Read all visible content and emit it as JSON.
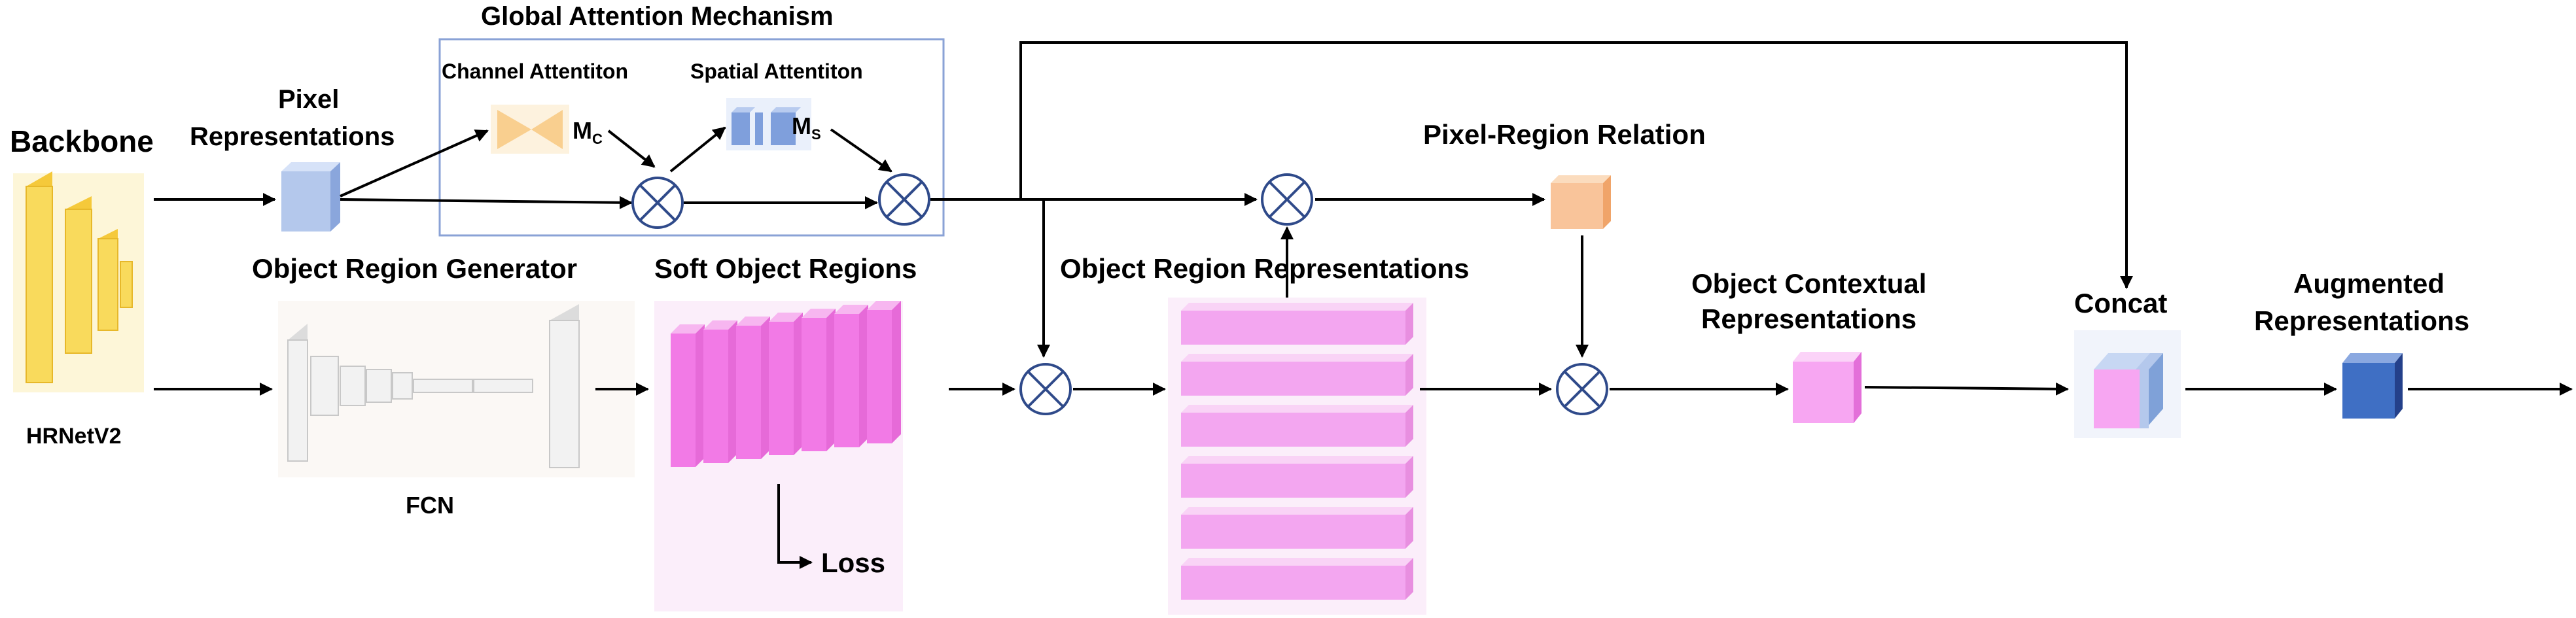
{
  "labels": {
    "backbone": "Backbone",
    "hrnet": "HRNetV2",
    "pixel": "Pixel",
    "pixel_representations": "Representations",
    "global_attention": "Global Attention Mechanism",
    "channel_attention": "Channel Attentiton",
    "spatial_attention": "Spatial Attentiton",
    "m_c": "M",
    "m_c_sub": "C",
    "m_s": "M",
    "m_s_sub": "S",
    "object_region_generator": "Object Region Generator",
    "fcn": "FCN",
    "soft_object_regions": "Soft Object Regions",
    "loss": "Loss",
    "object_region_representations": "Object Region Representations",
    "pixel_region_relation": "Pixel-Region Relation",
    "object_contextual_1": "Object Contextual",
    "object_contextual_2": "Representations",
    "concat": "Concat",
    "augmented_1": "Augmented",
    "augmented_2": "Representations"
  },
  "colors": {
    "backbone_yellow": "#f7d44a",
    "pixel_blue": "#b4c8ec",
    "attention_box_border": "#8aa2d6",
    "channel_orange": "#f9cf8f",
    "spatial_blue": "#7f9fdc",
    "soft_regions_pink": "#f27ae6",
    "region_bars_pink": "#f3a6f0",
    "relation_orange": "#f9c49a",
    "contextual_pink": "#f7a6f2",
    "augmented_blue": "#3f6fc4",
    "operator_blue": "#2f4a8a"
  },
  "icons": [
    "multiply-operator-icon"
  ]
}
